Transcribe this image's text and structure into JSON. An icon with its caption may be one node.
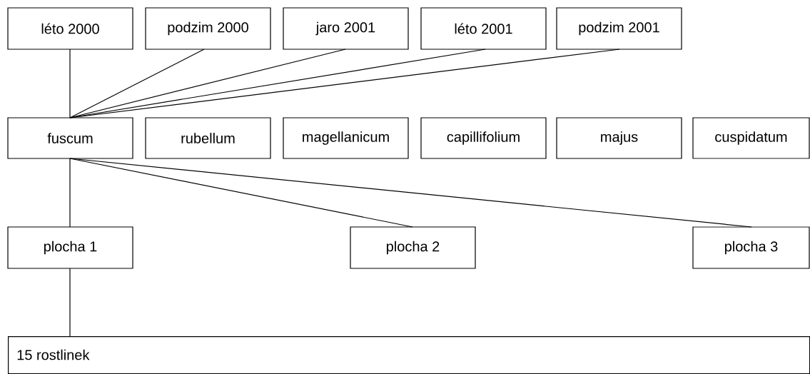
{
  "diagram": {
    "nodes": [
      {
        "text": [
          "léto 2000"
        ]
      },
      {
        "text": [
          "podzim 2000"
        ]
      },
      {
        "text": [
          "jaro 2001"
        ]
      },
      {
        "text": [
          "léto 2001"
        ]
      },
      {
        "text": [
          "podzim 2001"
        ]
      },
      {
        "text": [
          "fuscum"
        ]
      },
      {
        "text": [
          "rubellum"
        ]
      },
      {
        "text": [
          "magellanicum"
        ]
      },
      {
        "text": [
          "capillifolium"
        ]
      },
      {
        "text": [
          "majus"
        ]
      },
      {
        "text": [
          "cuspidatum"
        ]
      },
      {
        "text": [
          "plocha 1"
        ]
      },
      {
        "text": [
          "plocha 2"
        ]
      },
      {
        "text": [
          "plocha 3"
        ]
      },
      {
        "text": [
          "15 rostlinek"
        ]
      }
    ],
    "edges": [
      {
        "from": 0,
        "to": 5,
        "arrow": "none"
      },
      {
        "from": 1,
        "to": 5,
        "arrow": "none"
      },
      {
        "from": 2,
        "to": 5,
        "arrow": "none"
      },
      {
        "from": 3,
        "to": 5,
        "arrow": "none"
      },
      {
        "from": 4,
        "to": 5,
        "arrow": "none"
      },
      {
        "from": 5,
        "to": 11,
        "arrow": "none"
      },
      {
        "from": 5,
        "to": 12,
        "arrow": "none"
      },
      {
        "from": 5,
        "to": 13,
        "arrow": "none"
      },
      {
        "from": 11,
        "to": 14,
        "arrow": "none"
      }
    ]
  }
}
